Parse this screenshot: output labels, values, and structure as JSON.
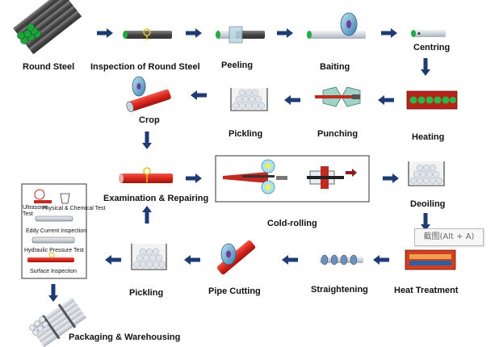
{
  "steps": {
    "round_steel": "Round Steel",
    "inspection": "Inspection of Round Steel",
    "peeling": "Peeling",
    "baiting": "Baiting",
    "centring": "Centring",
    "heating": "Heating",
    "punching": "Punching",
    "pickling_top": "Pickling",
    "crop": "Crop",
    "examination": "Examination & Repairing",
    "cold_rolling": "Cold-rolling",
    "deoiling": "Deoiling",
    "heat_treatment": "Heat Treatment",
    "straightening": "Straightening",
    "pipe_cutting": "Pipe Cutting",
    "pickling_bottom": "Pickling",
    "packaging": "Packaging & Warehousing"
  },
  "tests": {
    "ultrasonic": "Ultrasonic Test",
    "physical_chemical": "Physical & Chemical Test",
    "eddy_current": "Eddy Current Inspection",
    "hydraulic_pressure": "Hydraulic Pressure Test",
    "surface": "Surface Inspection"
  },
  "tooltip": "截图(Alt + A)",
  "colors": {
    "arrow": "#1f3b73",
    "pipe_red": "#d9261c",
    "pipe_grey": "#555555",
    "green": "#22aa44"
  }
}
